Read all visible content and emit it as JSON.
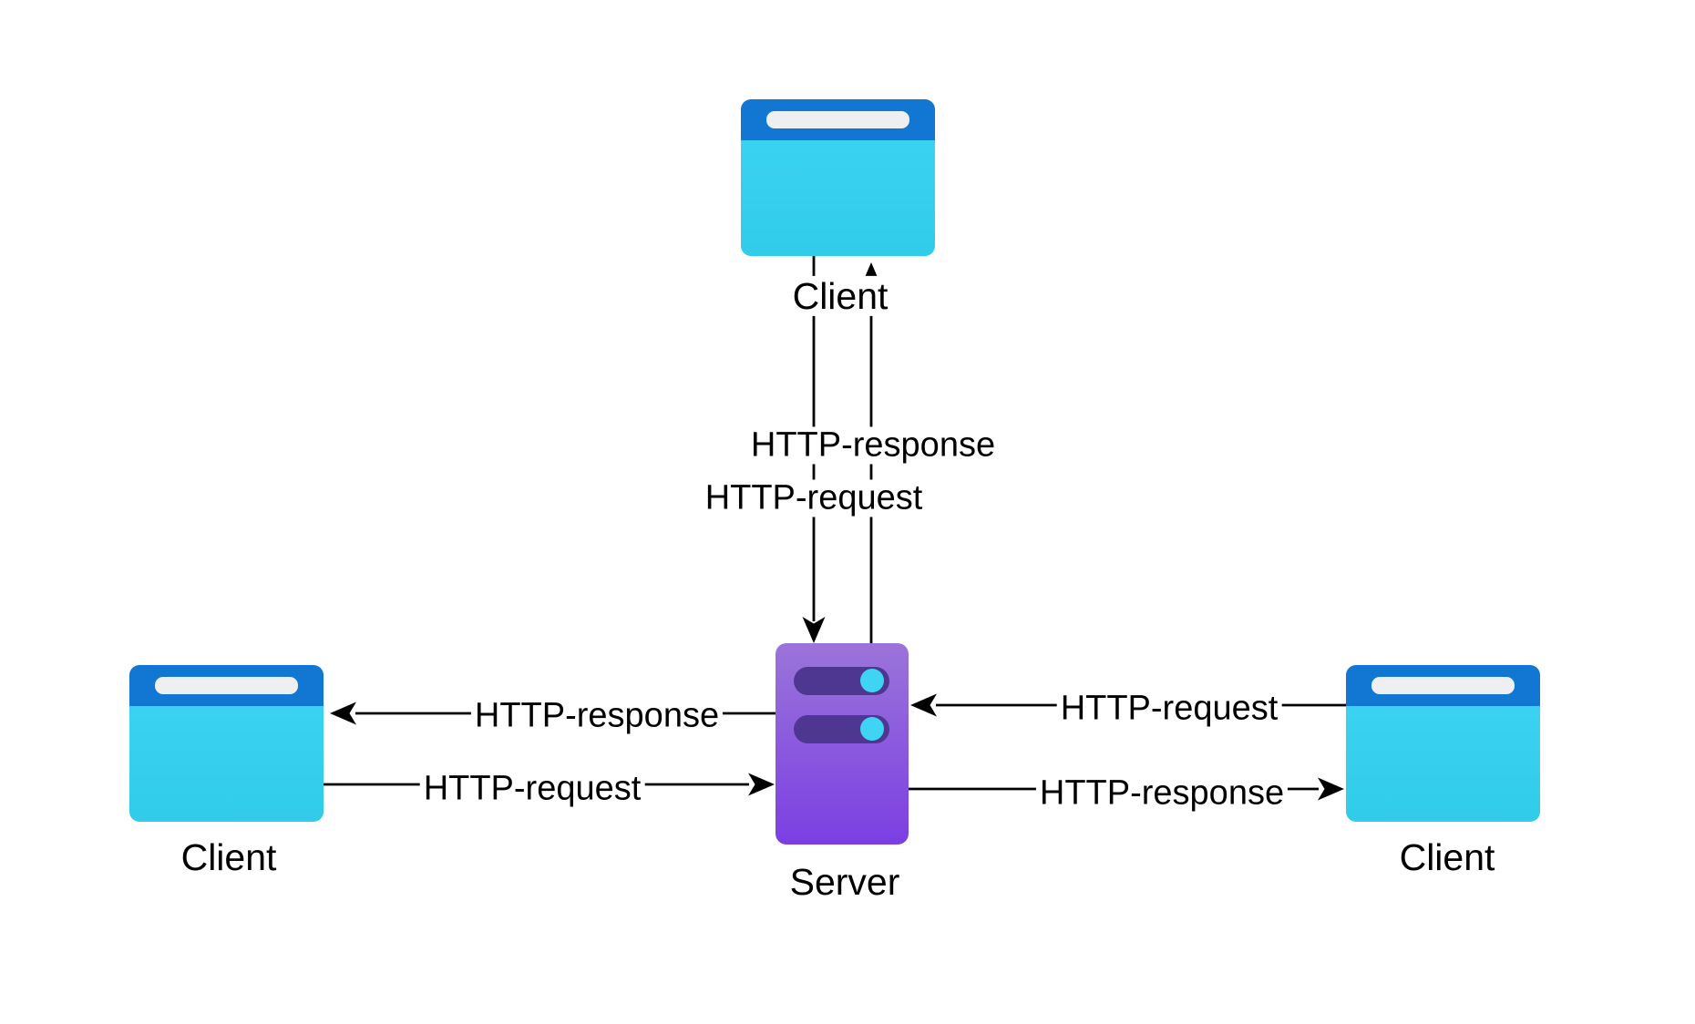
{
  "nodes": {
    "client_top": {
      "label": "Client",
      "icon": "browser-window-icon"
    },
    "client_left": {
      "label": "Client",
      "icon": "browser-window-icon"
    },
    "client_right": {
      "label": "Client",
      "icon": "browser-window-icon"
    },
    "server": {
      "label": "Server",
      "icon": "server-icon"
    }
  },
  "edges": {
    "top_request": {
      "label": "HTTP-request",
      "from": "client_top",
      "to": "server",
      "style": "arrow-down"
    },
    "top_response": {
      "label": "HTTP-response",
      "from": "server",
      "to": "client_top",
      "style": "arrow-up"
    },
    "left_request": {
      "label": "HTTP-request",
      "from": "client_left",
      "to": "server",
      "style": "arrow-right"
    },
    "left_response": {
      "label": "HTTP-response",
      "from": "server",
      "to": "client_left",
      "style": "arrow-left"
    },
    "right_request": {
      "label": "HTTP-request",
      "from": "client_right",
      "to": "server",
      "style": "arrow-left"
    },
    "right_response": {
      "label": "HTTP-response",
      "from": "server",
      "to": "client_right",
      "style": "arrow-right"
    }
  },
  "colors": {
    "canvas_bg": "#ffffff",
    "browser_header": "#1277d3",
    "browser_addressbar": "#eeeff0",
    "browser_body_top": "#3ad2f0",
    "browser_body_bottom": "#31ccea",
    "server_top": "#9b74da",
    "server_bottom": "#7b3fe2",
    "server_slot": "#4e3791",
    "server_led": "#40d4f4",
    "line": "#000000",
    "text": "#000000",
    "label_bg": "#ffffff"
  }
}
